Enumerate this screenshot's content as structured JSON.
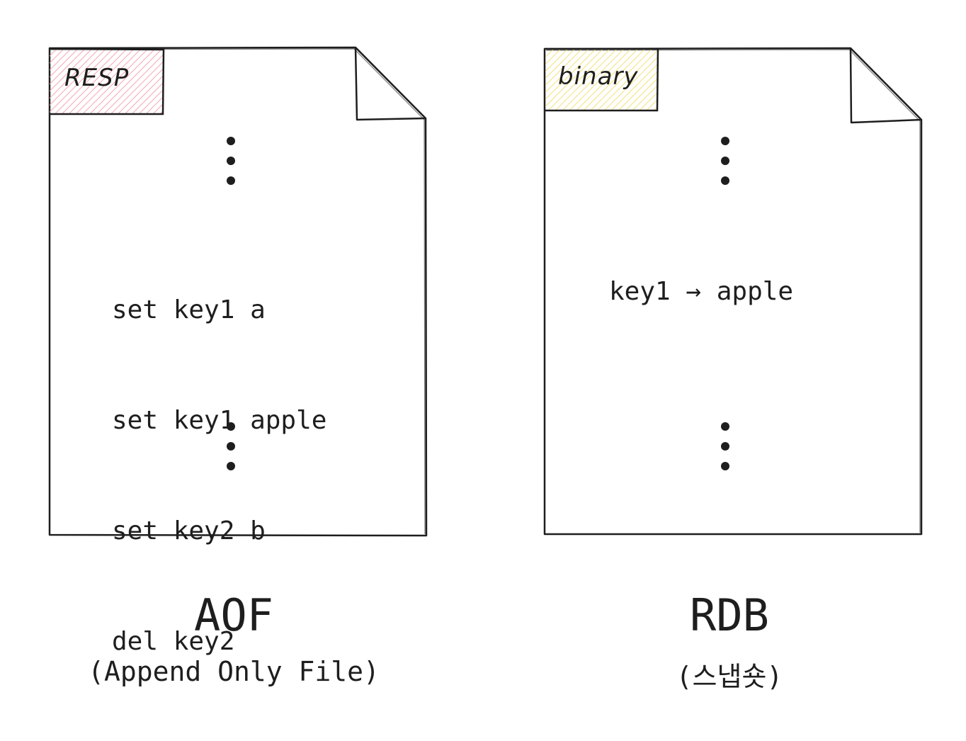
{
  "aof": {
    "tag": "RESP",
    "tag_color": "#f4a6b3",
    "commands": [
      "set key1 a",
      "set key1 apple",
      "set key2 b",
      "del key2"
    ],
    "title": "AOF",
    "subtitle": "(Append Only File)"
  },
  "rdb": {
    "tag": "binary",
    "tag_color": "#f1e27a",
    "entry": "key1 → apple",
    "title": "RDB",
    "subtitle": "(스냅숏)"
  }
}
